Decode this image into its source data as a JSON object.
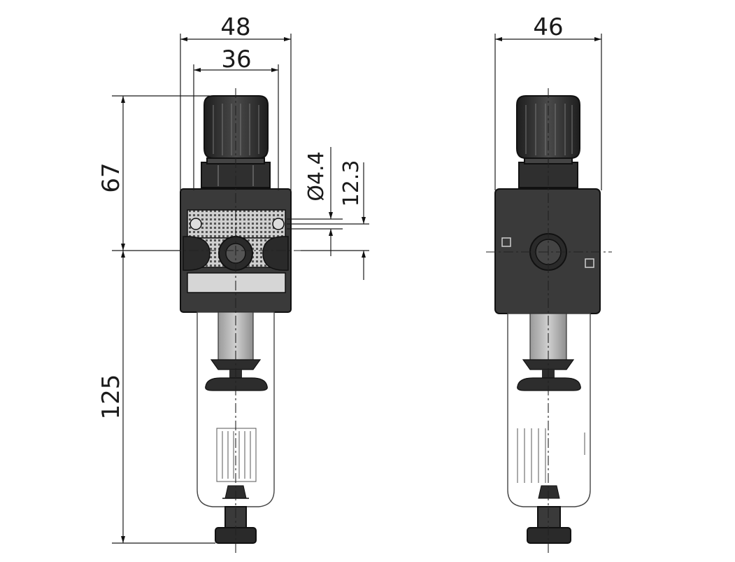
{
  "dimensions": {
    "width_overall": "48",
    "width_body": "36",
    "width_side": "46",
    "height_top": "67",
    "height_bottom": "125",
    "hole_diameter": "Ø4.4",
    "hole_offset": "12.3"
  },
  "colors": {
    "body_dark": "#3a3a3a",
    "knob": "#2b2b2b",
    "body_light": "#d6d6d6",
    "bowl_stem": "#b8b8b8",
    "line": "#111111"
  }
}
